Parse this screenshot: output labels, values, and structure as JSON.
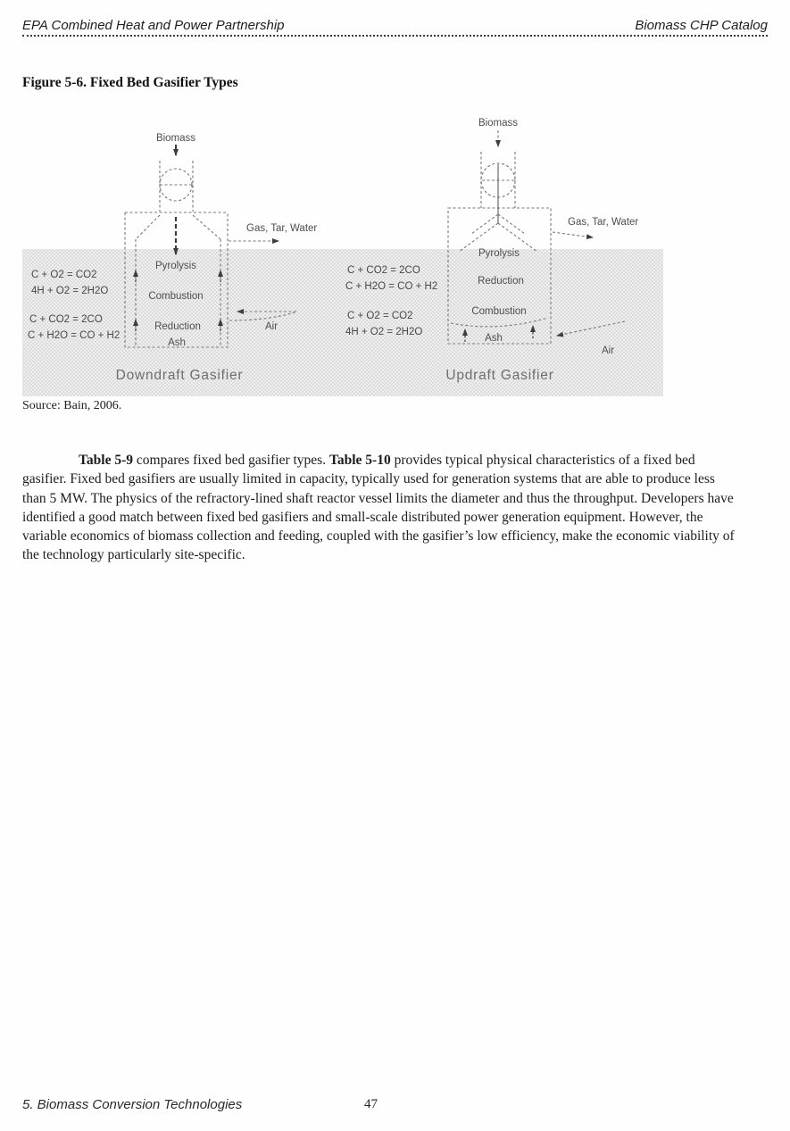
{
  "header": {
    "left": "EPA Combined Heat and Power Partnership",
    "right": "Biomass CHP Catalog"
  },
  "figure": {
    "title": "Figure 5-6. Fixed Bed Gasifier Types",
    "source": "Source: Bain, 2006.",
    "downdraft": {
      "feed_label": "Biomass",
      "gas_out_label": "Gas, Tar, Water",
      "air_label": "Air",
      "zones": [
        "Pyrolysis",
        "Combustion",
        "Reduction",
        "Ash"
      ],
      "equations_top": [
        "C + O2 = CO2",
        "4H + O2 = 2H2O"
      ],
      "equations_bottom": [
        "C + CO2 = 2CO",
        "C + H2O = CO + H2"
      ],
      "caption": "Downdraft Gasifier"
    },
    "updraft": {
      "feed_label": "Biomass",
      "gas_out_label": "Gas, Tar, Water",
      "air_label": "Air",
      "zones": [
        "Pyrolysis",
        "Reduction",
        "Combustion",
        "Ash"
      ],
      "equations_top": [
        "C + CO2 = 2CO",
        "C + H2O = CO + H2"
      ],
      "equations_bottom": [
        "C + O2 = CO2",
        "4H + O2 = 2H2O"
      ],
      "caption": "Updraft Gasifier"
    }
  },
  "body": {
    "intro_bold": "Table 5-9",
    "intro_rest": " compares fixed bed gasifier types. ",
    "second_bold": "Table 5-10",
    "rest": " provides typical physical characteristics of a fixed bed gasifier. Fixed bed gasifiers are usually limited in capacity, typically used for generation systems that are able to produce less than 5 MW. The physics of the refractory-lined shaft reactor vessel limits the diameter and thus the throughput. Developers have identified a good match between fixed bed gasifiers and small-scale distributed power generation equipment. However, the variable economics of biomass collection and feeding, coupled with the gasifier’s low efficiency, make the economic viability of the technology particularly site-specific."
  },
  "footer": {
    "left": "5. Biomass Conversion Technologies",
    "page": "47"
  },
  "colors": {
    "page_background": "#fefefe",
    "halftone_band_dot": "#c6c6c6",
    "halftone_band_bg": "#efefef",
    "diagram_ink": "#4e4e4e",
    "body_ink": "#1c1c1c"
  }
}
